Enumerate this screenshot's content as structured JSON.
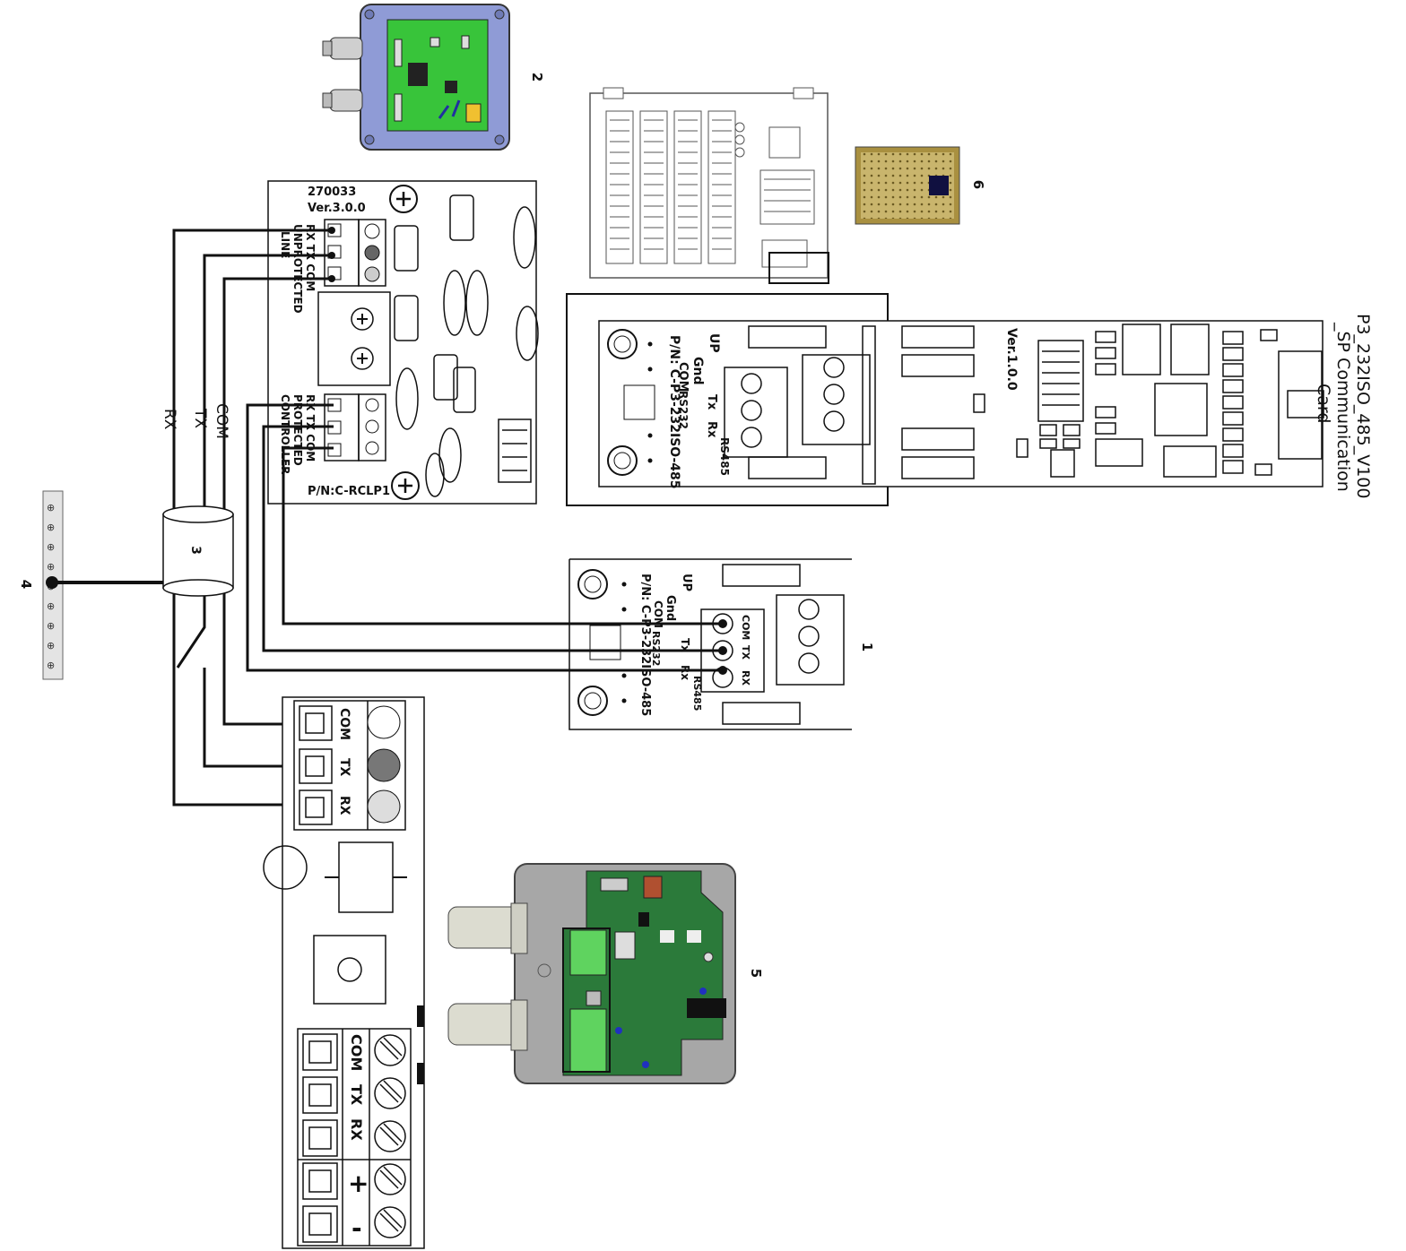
{
  "callouts": {
    "n1": "1",
    "n2": "2",
    "n3": "3",
    "n4": "4",
    "n5": "5",
    "n6": "6"
  },
  "p3_card": {
    "title_line1": "P3_232ISO_485_V100",
    "title_line2": "_SP Communication",
    "title_line3": "Card",
    "version": "Ver.1.0.0",
    "pn": "P/N: C-P3-232ISO-485",
    "lbl_up": "UP",
    "lbl_gnd": "Gnd",
    "lbl_com": "COM",
    "lbl_tx": "Tx",
    "lbl_rx": "Rx",
    "lbl_rs232": "RS232",
    "lbl_rs485": "RS485"
  },
  "rclp1": {
    "code": "270033",
    "version": "Ver.3.0.0",
    "top_row": "RX TX COM",
    "top_l2": "UNPROTECTED",
    "top_l3": "LINE",
    "bot_row": "RX TX COM",
    "bot_l2": "PROTECTED",
    "bot_l3": "CONTROLLER",
    "pn": "P/N:C-RCLP1"
  },
  "cable": {
    "rx": "RX",
    "tx": "TX",
    "com": "COM"
  },
  "card1": {
    "lbl_up": "UP",
    "lbl_gnd": "Gnd",
    "lbl_com": "COM",
    "lbl_tx": "Tx",
    "lbl_rx": "Rx",
    "lbl_rs232": "RS232",
    "lbl_rs485": "RS485",
    "pn": "P/N: C-P3-232ISO-485",
    "term_com": "COM",
    "term_tx": "TX",
    "term_rx": "RX"
  },
  "bottom_device": {
    "t_com": "COM",
    "t_tx": "TX",
    "t_rx": "RX",
    "b_com": "COM",
    "b_tx": "TX",
    "b_rx": "RX",
    "b_plus": "+",
    "b_minus": "-"
  },
  "colors": {
    "pcb_green": "#4caf50",
    "enclosure_blue": "#8f9bd6",
    "enclosure_grey": "#a7a7a7",
    "wire": "#111111"
  }
}
